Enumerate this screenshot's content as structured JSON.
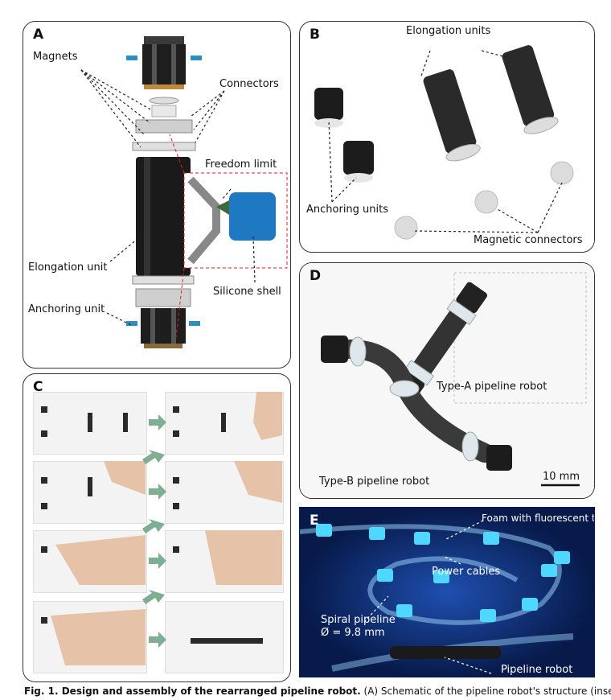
{
  "panels": {
    "A": {
      "label": "A",
      "magnets": "Magnets",
      "connectors": "Connectors",
      "freedom_limit": "Freedom limit",
      "elongation_unit": "Elongation unit",
      "silicone_shell": "Silicone shell",
      "anchoring_unit": "Anchoring unit"
    },
    "B": {
      "label": "B",
      "elongation_units": "Elongation units",
      "anchoring_units": "Anchoring units",
      "magnetic_connectors": "Magnetic connectors"
    },
    "C": {
      "label": "C"
    },
    "D": {
      "label": "D",
      "type_a": "Type-A pipeline robot",
      "type_b": "Type-B pipeline robot",
      "scale": "10 mm"
    },
    "E": {
      "label": "E",
      "foam": "Foam with fluorescent tape",
      "power_cables": "Power cables",
      "spiral_pipeline": "Spiral pipeline",
      "diameter": "Ø = 9.8 mm",
      "pipeline_robot": "Pipeline robot"
    }
  },
  "caption": {
    "bold": "Fig. 1. Design and assembly of the rearranged pipeline robot.",
    "rest": " (A) Schematic of the pipeline robot's structure (inset"
  },
  "colors": {
    "arrow_green": "#7fae92",
    "fluorescent": "#4fd8ff",
    "panel_e_bg": "#071a4a"
  }
}
